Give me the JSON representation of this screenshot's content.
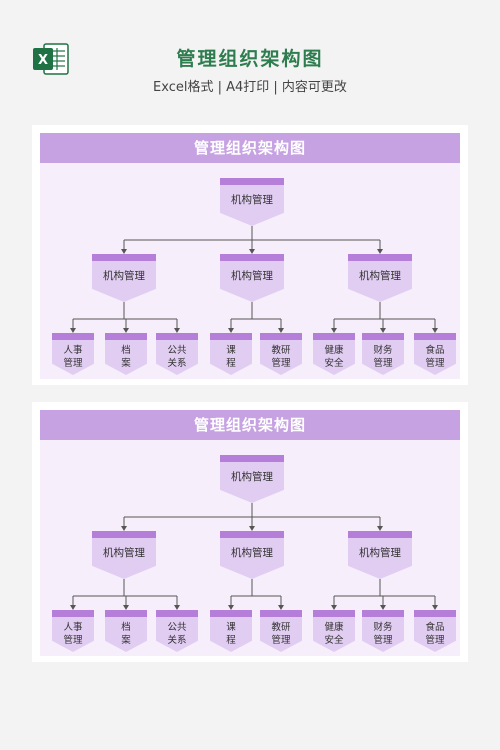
{
  "header": {
    "title": "管理组织架构图",
    "subtitle": "Excel格式 | A4打印 | 内容可更改",
    "logo_icon": "excel-icon",
    "colors": {
      "title": "#2e7d4f",
      "excel_green": "#1f7244"
    }
  },
  "cards": [
    {
      "banner": "管理组织架构图",
      "root": "机构管理",
      "level2": [
        "机构管理",
        "机构管理",
        "机构管理"
      ],
      "level3": [
        [
          "人事",
          "管理"
        ],
        [
          "档",
          "案"
        ],
        [
          "公共",
          "关系"
        ],
        [
          "课",
          "程"
        ],
        [
          "教研",
          "管理"
        ],
        [
          "健康",
          "安全"
        ],
        [
          "财务",
          "管理"
        ],
        [
          "食品",
          "管理"
        ]
      ]
    },
    {
      "banner": "管理组织架构图",
      "root": "机构管理",
      "level2": [
        "机构管理",
        "机构管理",
        "机构管理"
      ],
      "level3": [
        [
          "人事",
          "管理"
        ],
        [
          "档",
          "案"
        ],
        [
          "公共",
          "关系"
        ],
        [
          "课",
          "程"
        ],
        [
          "教研",
          "管理"
        ],
        [
          "健康",
          "安全"
        ],
        [
          "财务",
          "管理"
        ],
        [
          "食品",
          "管理"
        ]
      ]
    }
  ],
  "colors": {
    "banner": "#c6a2e2",
    "node_cap": "#b57ed9",
    "node_body": "#e2cdf2",
    "panel": "#f6effb"
  }
}
